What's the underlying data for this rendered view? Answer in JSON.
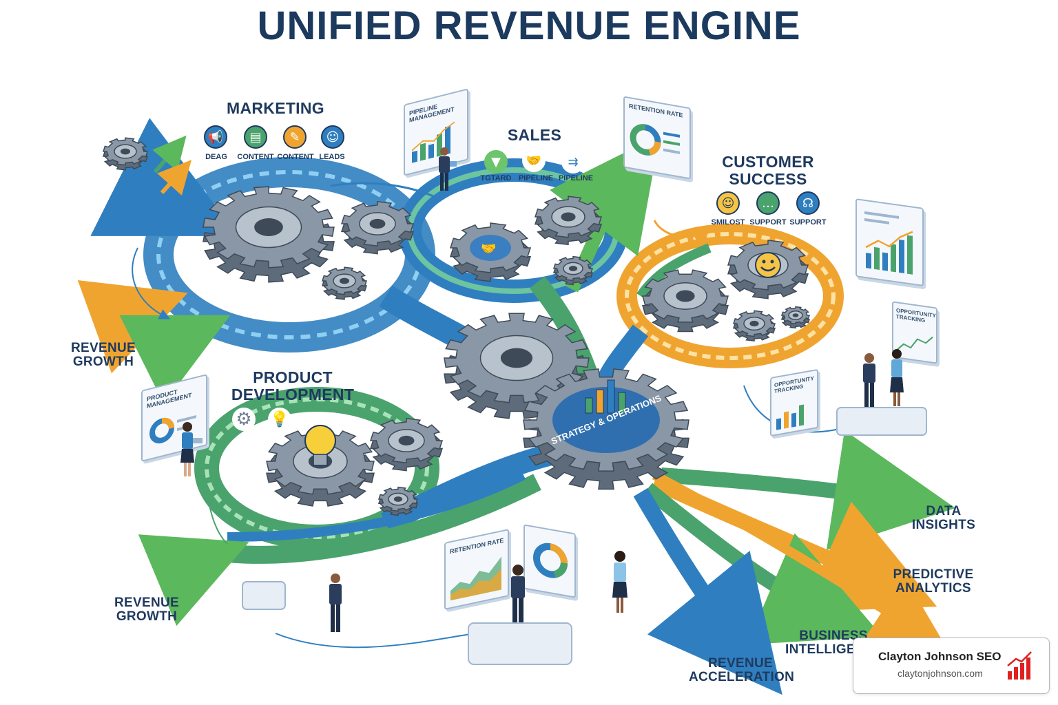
{
  "title": "UNIFIED REVENUE ENGINE",
  "colors": {
    "navy": "#1c3a5e",
    "blue_flow": "#2f7fc0",
    "green_flow": "#5cb85c",
    "orange_flow": "#f0a430",
    "gear": "#8a97a6"
  },
  "marketing": {
    "label": "MARKETING",
    "icons": [
      {
        "icon": "megaphone-icon",
        "label": "DEAG"
      },
      {
        "icon": "content-icon",
        "label": "CONTENT"
      },
      {
        "icon": "edit-icon",
        "label": "CONTENT"
      },
      {
        "icon": "leads-icon",
        "label": "LEADS"
      }
    ]
  },
  "sales": {
    "label": "SALES",
    "panel_text": "PIPELINE MANAGEMENT",
    "icons": [
      {
        "icon": "funnel-icon",
        "label": "TGTARD"
      },
      {
        "icon": "handshake-icon",
        "label": "PIPELINE"
      },
      {
        "icon": "pipeline-icon",
        "label": "PIPELINE"
      }
    ]
  },
  "customer_success": {
    "label_line1": "CUSTOMER",
    "label_line2": "SUCCESS",
    "panel_text": "RETENTION RATE",
    "icons": [
      {
        "icon": "smile-icon",
        "label": "SMILOST"
      },
      {
        "icon": "chat-icon",
        "label": "SUPPORT"
      },
      {
        "icon": "headset-icon",
        "label": "SUPPORT"
      }
    ]
  },
  "product_development": {
    "label_line1": "PRODUCT",
    "label_line2": "DEVELOPMENT",
    "panel_text": "PRODUCT MANAGEMENT"
  },
  "center": {
    "gear_text": "STRATEGY & OPERATIONS"
  },
  "left_labels": [
    {
      "line1": "REVENUE",
      "line2": "GROWTH"
    },
    {
      "line1": "REVENUE",
      "line2": "GROWTH"
    }
  ],
  "outputs": [
    {
      "line1": "DATA",
      "line2": "INSIGHTS"
    },
    {
      "line1": "PREDICTIVE",
      "line2": "ANALYTICS"
    },
    {
      "line1": "BUSINESS",
      "line2": "INTELLIGE"
    },
    {
      "line1": "REVENUE",
      "line2": "ACCELERATION"
    }
  ],
  "panels": {
    "retention_bottom": "RETENTION RATE",
    "opportunity_1": "OPPORTUNITY TRACKING",
    "opportunity_2": "OPPORTUNITY TRACKING"
  },
  "badge": {
    "name": "Clayton Johnson SEO",
    "url": "claytonjohnson.com"
  }
}
